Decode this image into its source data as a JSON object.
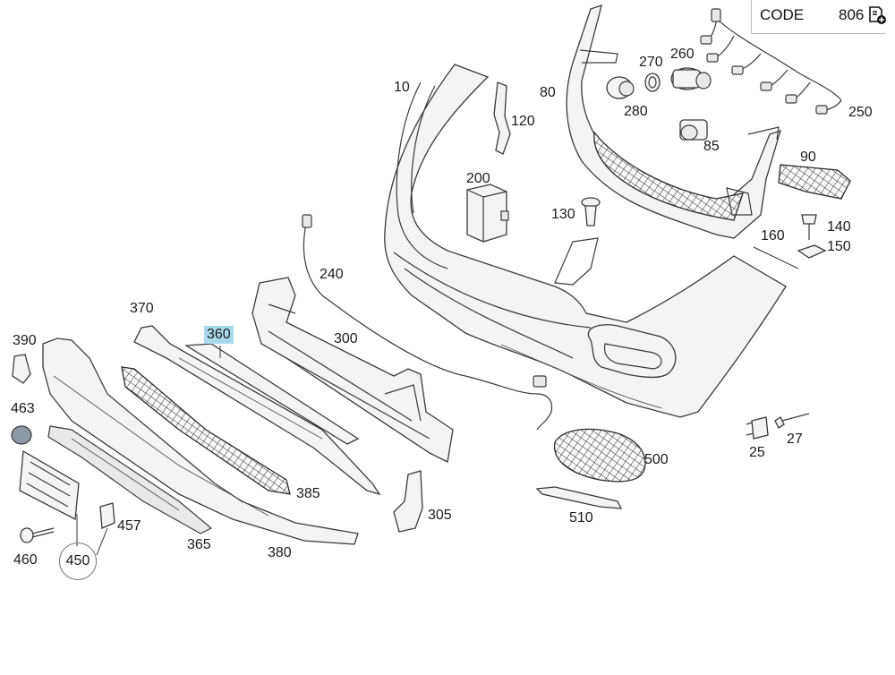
{
  "header": {
    "code_label": "CODE",
    "code_value": "806",
    "code_icon": "document-add-icon"
  },
  "highlighted_callout": "360",
  "callouts": {
    "c10": "10",
    "c25": "25",
    "c27": "27",
    "c80": "80",
    "c85": "85",
    "c90": "90",
    "c120": "120",
    "c130": "130",
    "c140": "140",
    "c150": "150",
    "c160": "160",
    "c200": "200",
    "c240": "240",
    "c250": "250",
    "c260": "260",
    "c270": "270",
    "c280": "280",
    "c300": "300",
    "c305": "305",
    "c360": "360",
    "c365": "365",
    "c370": "370",
    "c380": "380",
    "c385": "385",
    "c390": "390",
    "c450": "450",
    "c457": "457",
    "c460": "460",
    "c463": "463",
    "c500": "500",
    "c510": "510"
  },
  "colors": {
    "highlight": "#a9d9ec",
    "line": "#3a3a3a"
  }
}
